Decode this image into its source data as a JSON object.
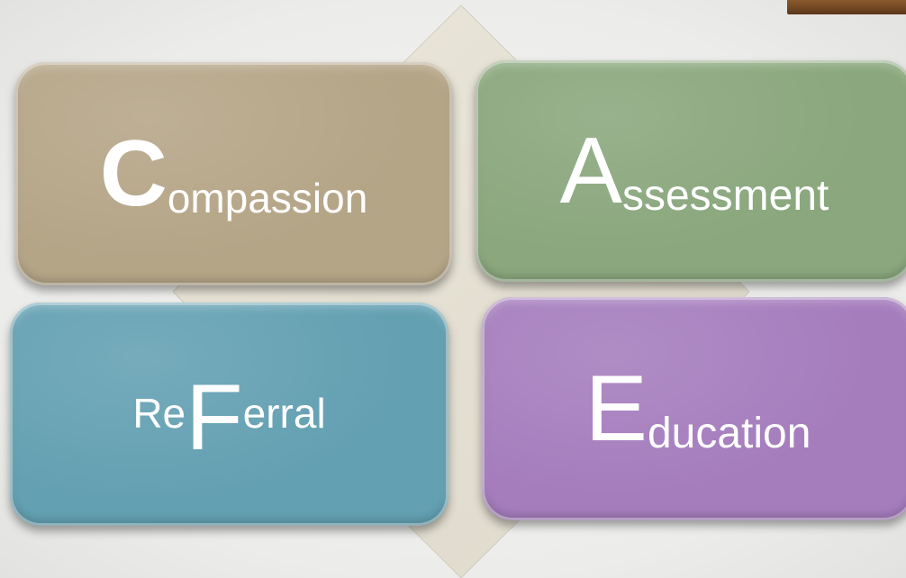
{
  "tiles": {
    "compassion": {
      "initial": "C",
      "rest": "ompassion",
      "color": "#b5a587"
    },
    "assessment": {
      "initial": "A",
      "rest": "ssessment",
      "color": "#8aa77d"
    },
    "referral": {
      "prefix": "Re",
      "initial": "F",
      "rest": "erral",
      "color": "#63a0b2"
    },
    "education": {
      "initial": "E",
      "rest": "ducation",
      "color": "#a57dbd"
    }
  }
}
